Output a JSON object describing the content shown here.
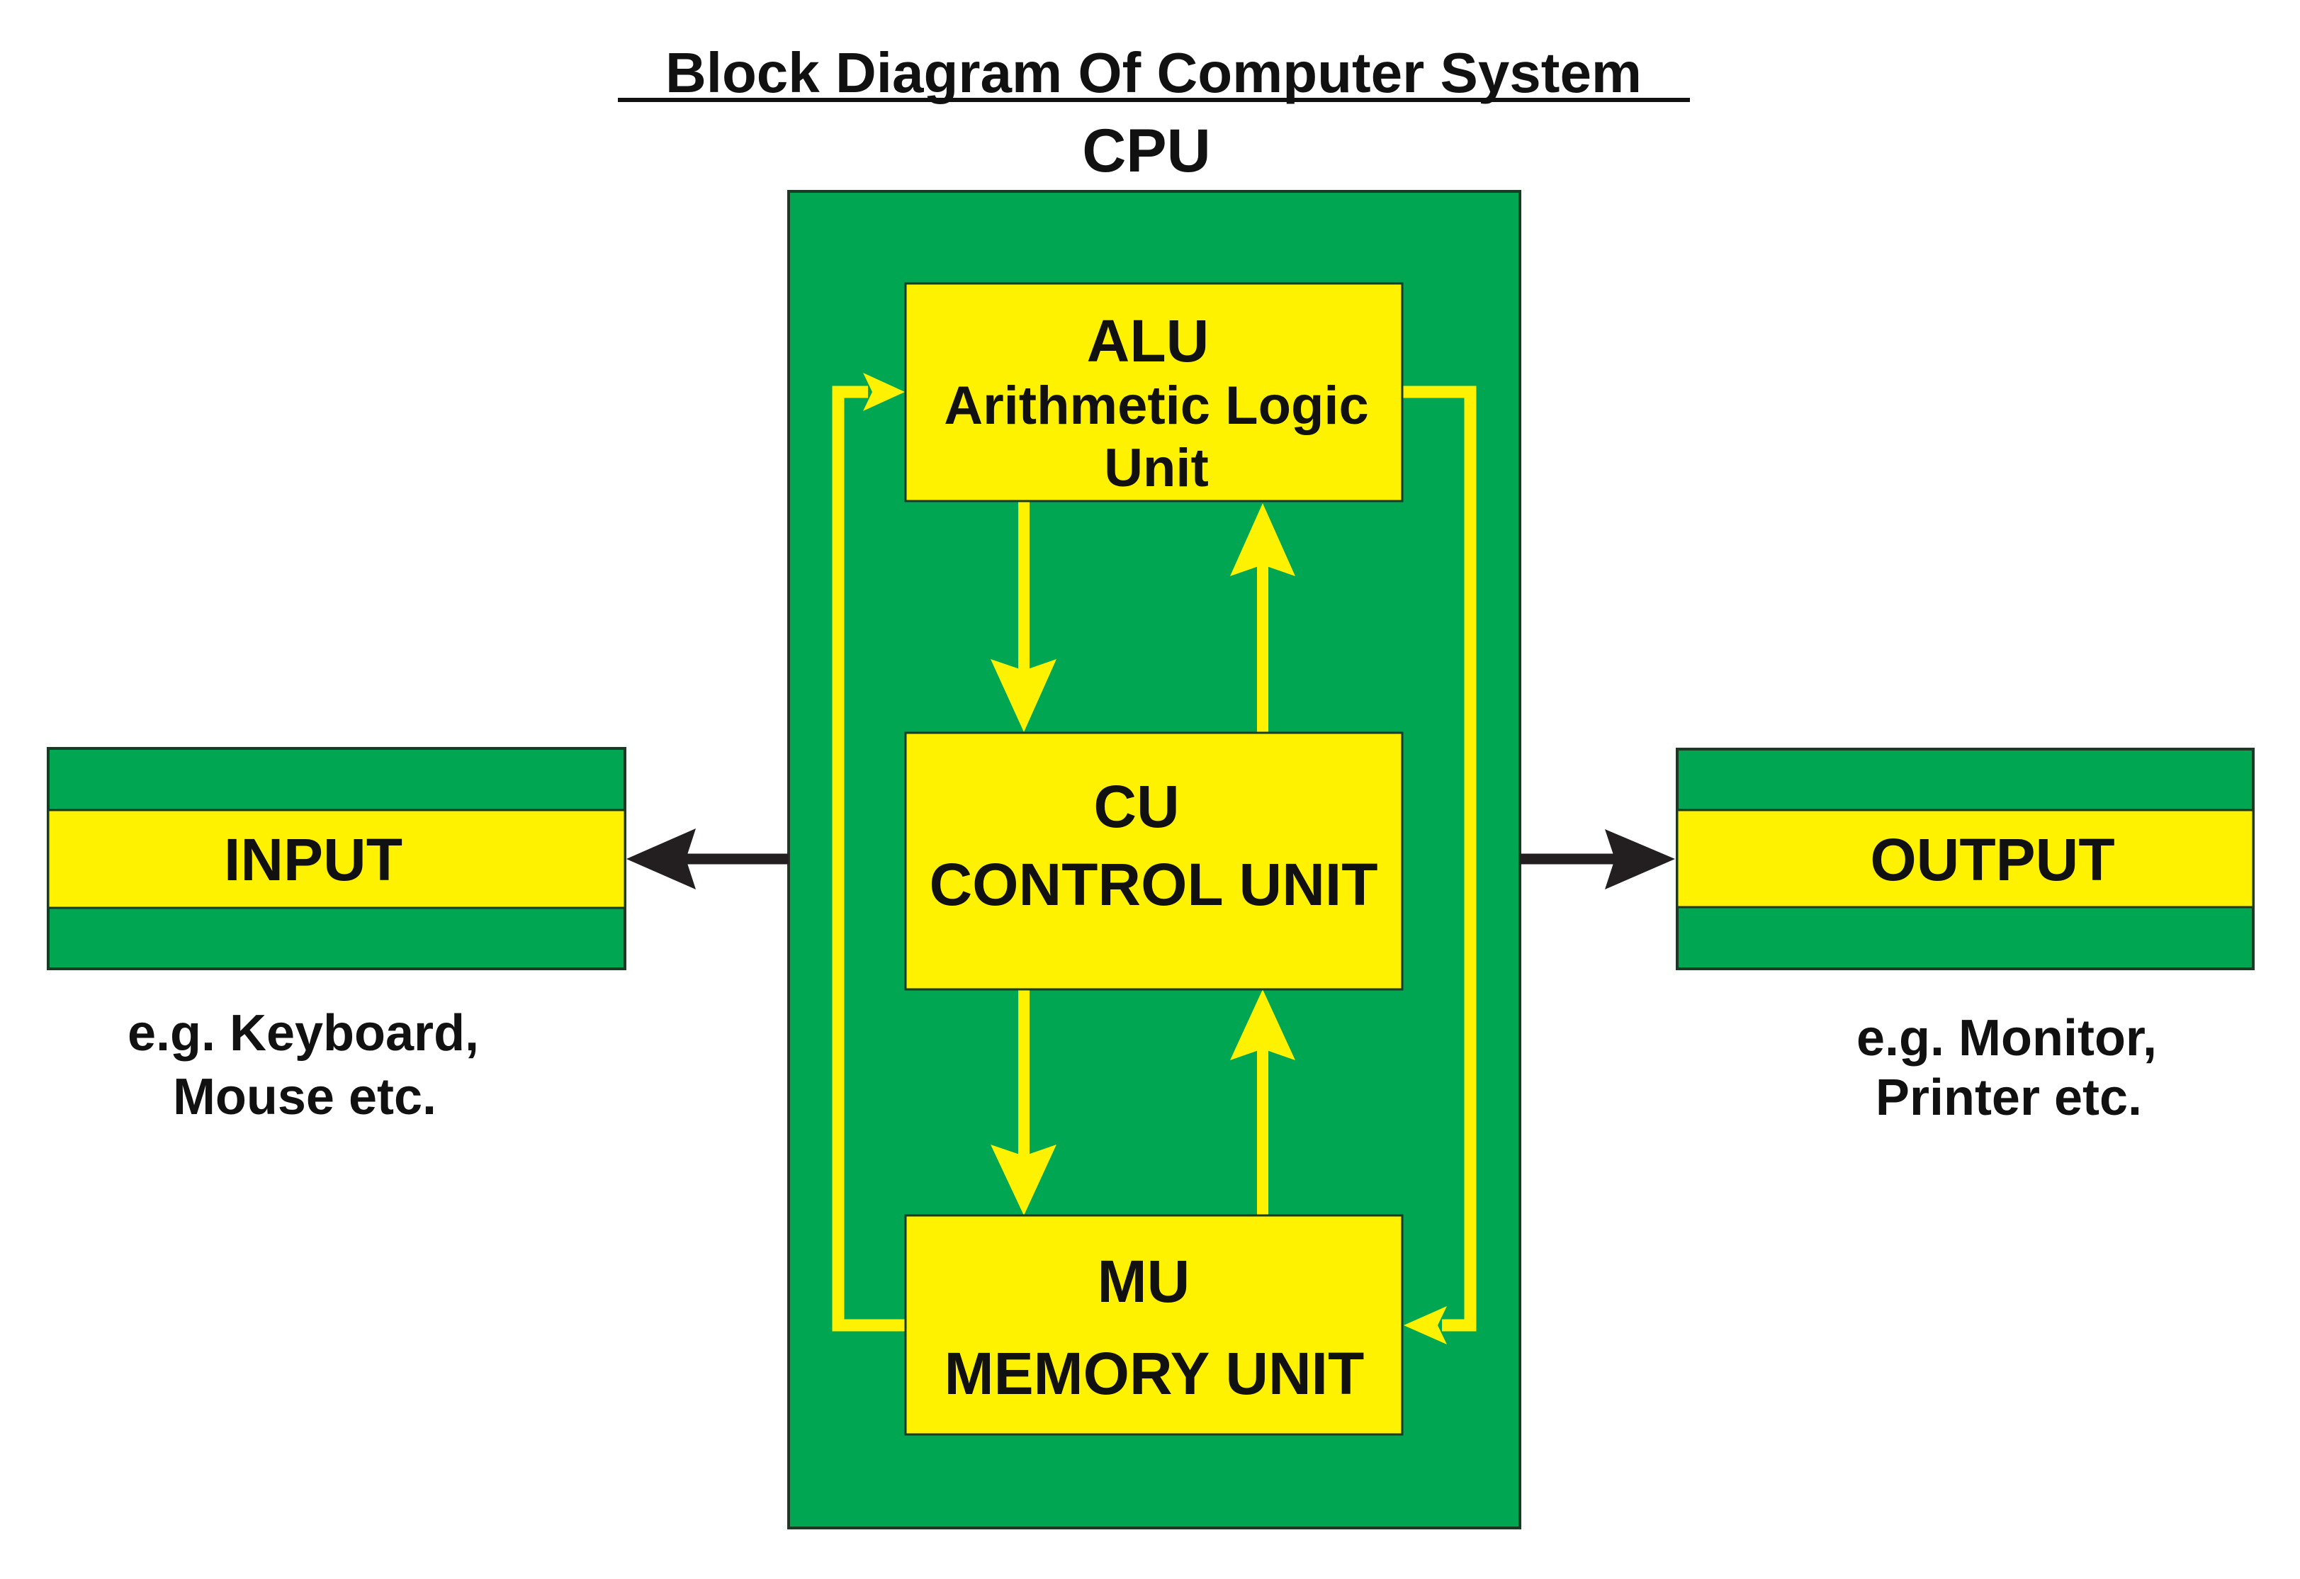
{
  "title": "Block Diagram Of Computer System",
  "cpu_label": "CPU",
  "colors": {
    "green": "#00A651",
    "yellow": "#FFF200",
    "arrow_dark": "#231F20",
    "text": "#111111",
    "border": "#1A3A24"
  },
  "units": {
    "alu": {
      "abbr": "ALU",
      "name_line1": "Arithmetic Logic",
      "name_line2": "Unit"
    },
    "cu": {
      "abbr": "CU",
      "name": "CONTROL UNIT"
    },
    "mu": {
      "abbr": "MU",
      "name": "MEMORY UNIT"
    }
  },
  "input": {
    "label": "INPUT",
    "example_line1": "e.g. Keyboard,",
    "example_line2": "Mouse etc."
  },
  "output": {
    "label": "OUTPUT",
    "example_line1": "e.g. Monitor,",
    "example_line2": "Printer etc."
  },
  "connections": [
    {
      "from": "ALU",
      "to": "CU",
      "direction": "down"
    },
    {
      "from": "CU",
      "to": "ALU",
      "direction": "up"
    },
    {
      "from": "CU",
      "to": "MU",
      "direction": "down"
    },
    {
      "from": "MU",
      "to": "CU",
      "direction": "up"
    },
    {
      "from": "MU",
      "to": "ALU",
      "route": "left loop"
    },
    {
      "from": "ALU",
      "to": "MU",
      "route": "right loop"
    },
    {
      "from": "CPU",
      "to": "INPUT",
      "direction": "left"
    },
    {
      "from": "CPU",
      "to": "OUTPUT",
      "direction": "right"
    }
  ]
}
